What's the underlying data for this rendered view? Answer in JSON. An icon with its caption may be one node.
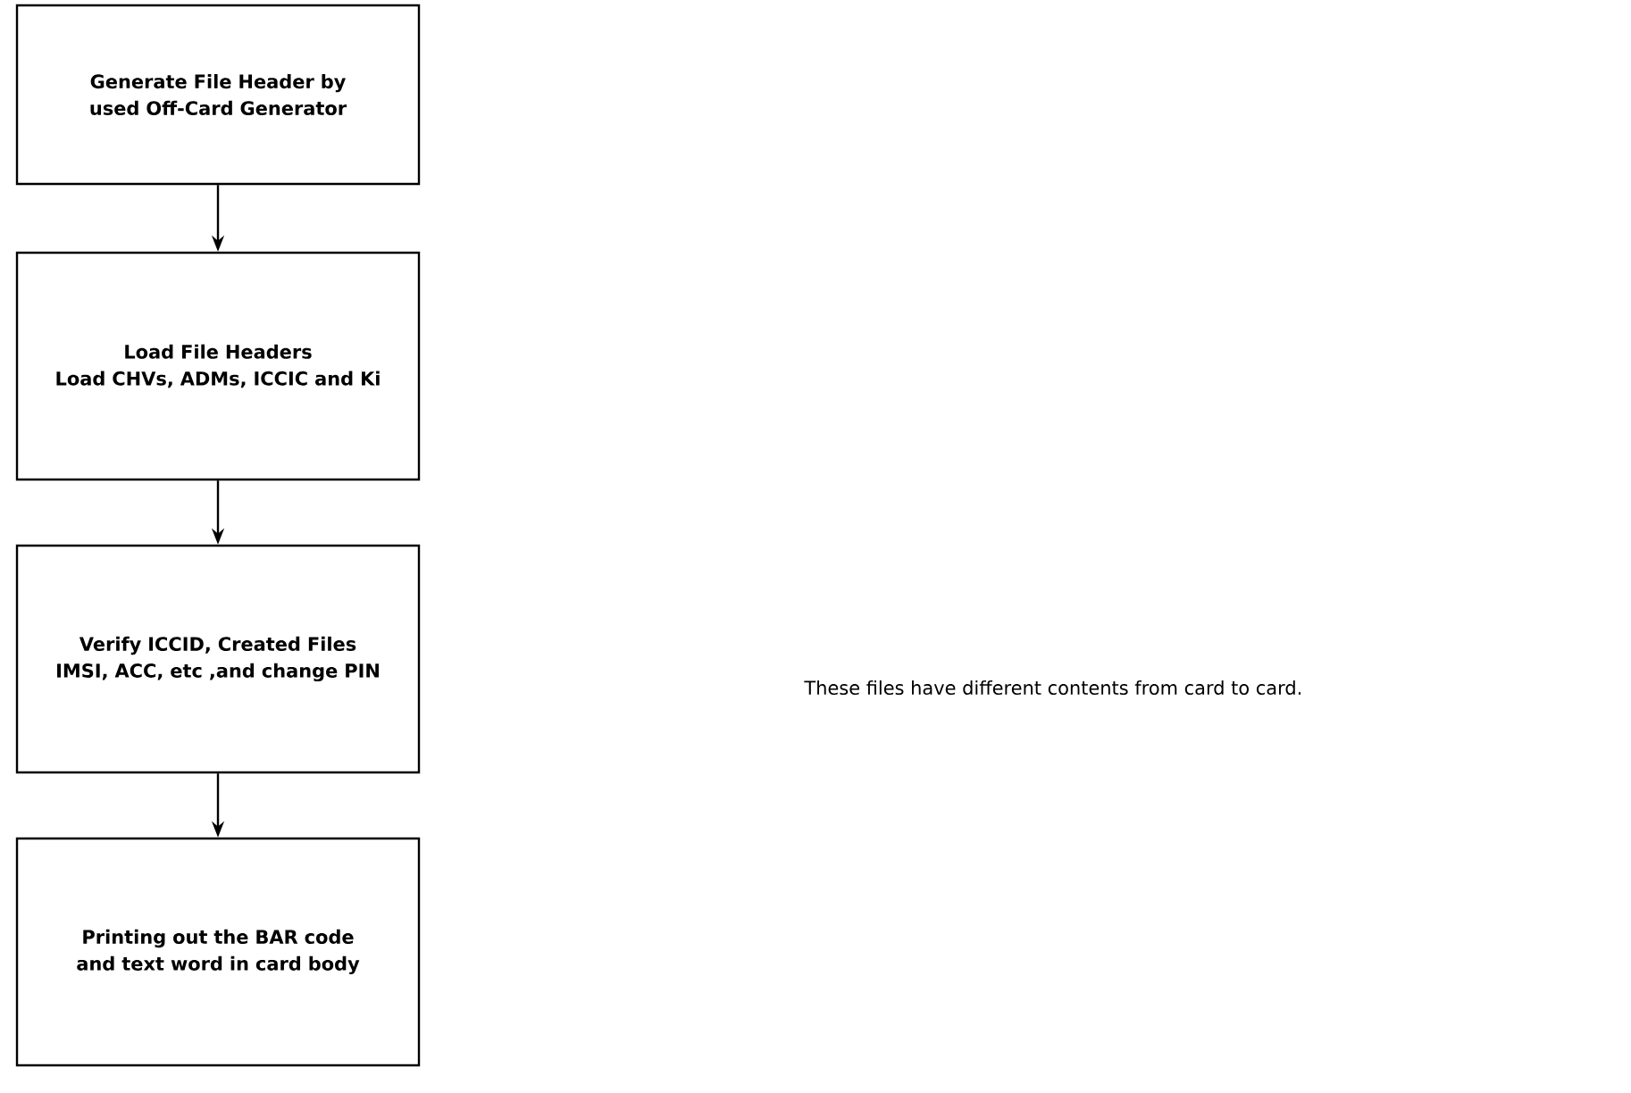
{
  "diagram": {
    "nodes": [
      {
        "text": [
          "Generate File Header by used Off-Card Generator"
        ]
      },
      {
        "text": [
          "Load File Headers",
          "Load CHVs, ADMs, ICCIC and Ki"
        ]
      },
      {
        "text": [
          "Verify ICCID, Created Files IMSI, ACC, etc ,and change PIN"
        ]
      },
      {
        "text": [
          "Printing out the BAR code and text word in card body"
        ]
      }
    ],
    "edges": [
      {
        "from": 0,
        "to": 1,
        "arrow": "to"
      },
      {
        "from": 1,
        "to": 2,
        "arrow": "to"
      },
      {
        "from": 2,
        "to": 3,
        "arrow": "to"
      }
    ],
    "labels": [
      "These files have different contents from card to card."
    ]
  }
}
